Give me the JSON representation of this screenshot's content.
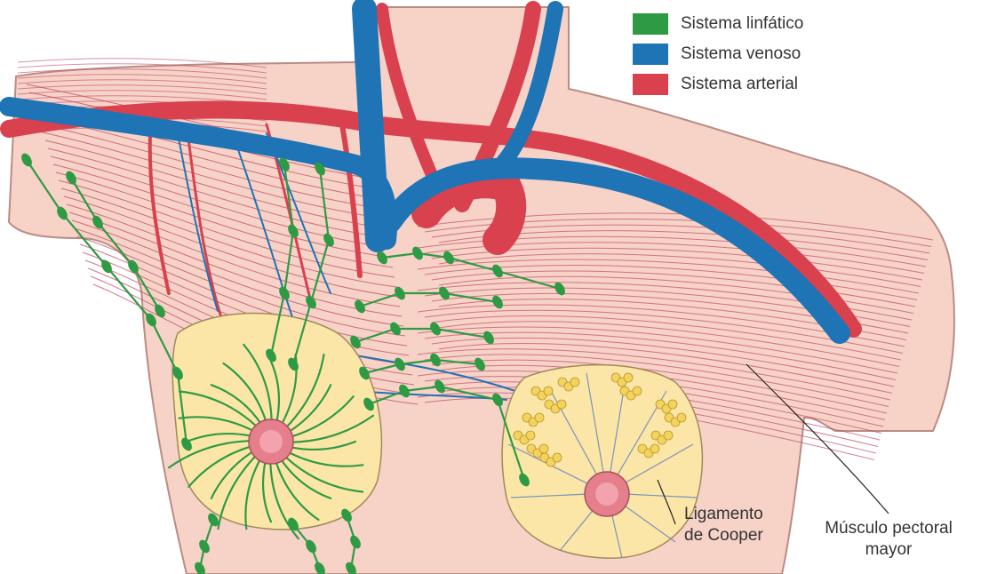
{
  "legend": [
    {
      "label": "Sistema linfático",
      "color": "#2f9a44"
    },
    {
      "label": "Sistema venoso",
      "color": "#1f74b5"
    },
    {
      "label": "Sistema arterial",
      "color": "#d9414f"
    }
  ],
  "callouts": {
    "cooper_line1": "Ligamento",
    "cooper_line2": "de Cooper",
    "muscle_line1": "Músculo pectoral",
    "muscle_line2": "mayor"
  },
  "colors": {
    "skin": "#f6d2c7",
    "skin_outline": "#b98c84",
    "muscle_fiber": "#c24a66",
    "gland": "#fbe6a8",
    "gland_outline": "#a08a5a",
    "lobule": "#f3d35c",
    "areola": "#e57f8c",
    "nipple": "#f2a3ad"
  }
}
